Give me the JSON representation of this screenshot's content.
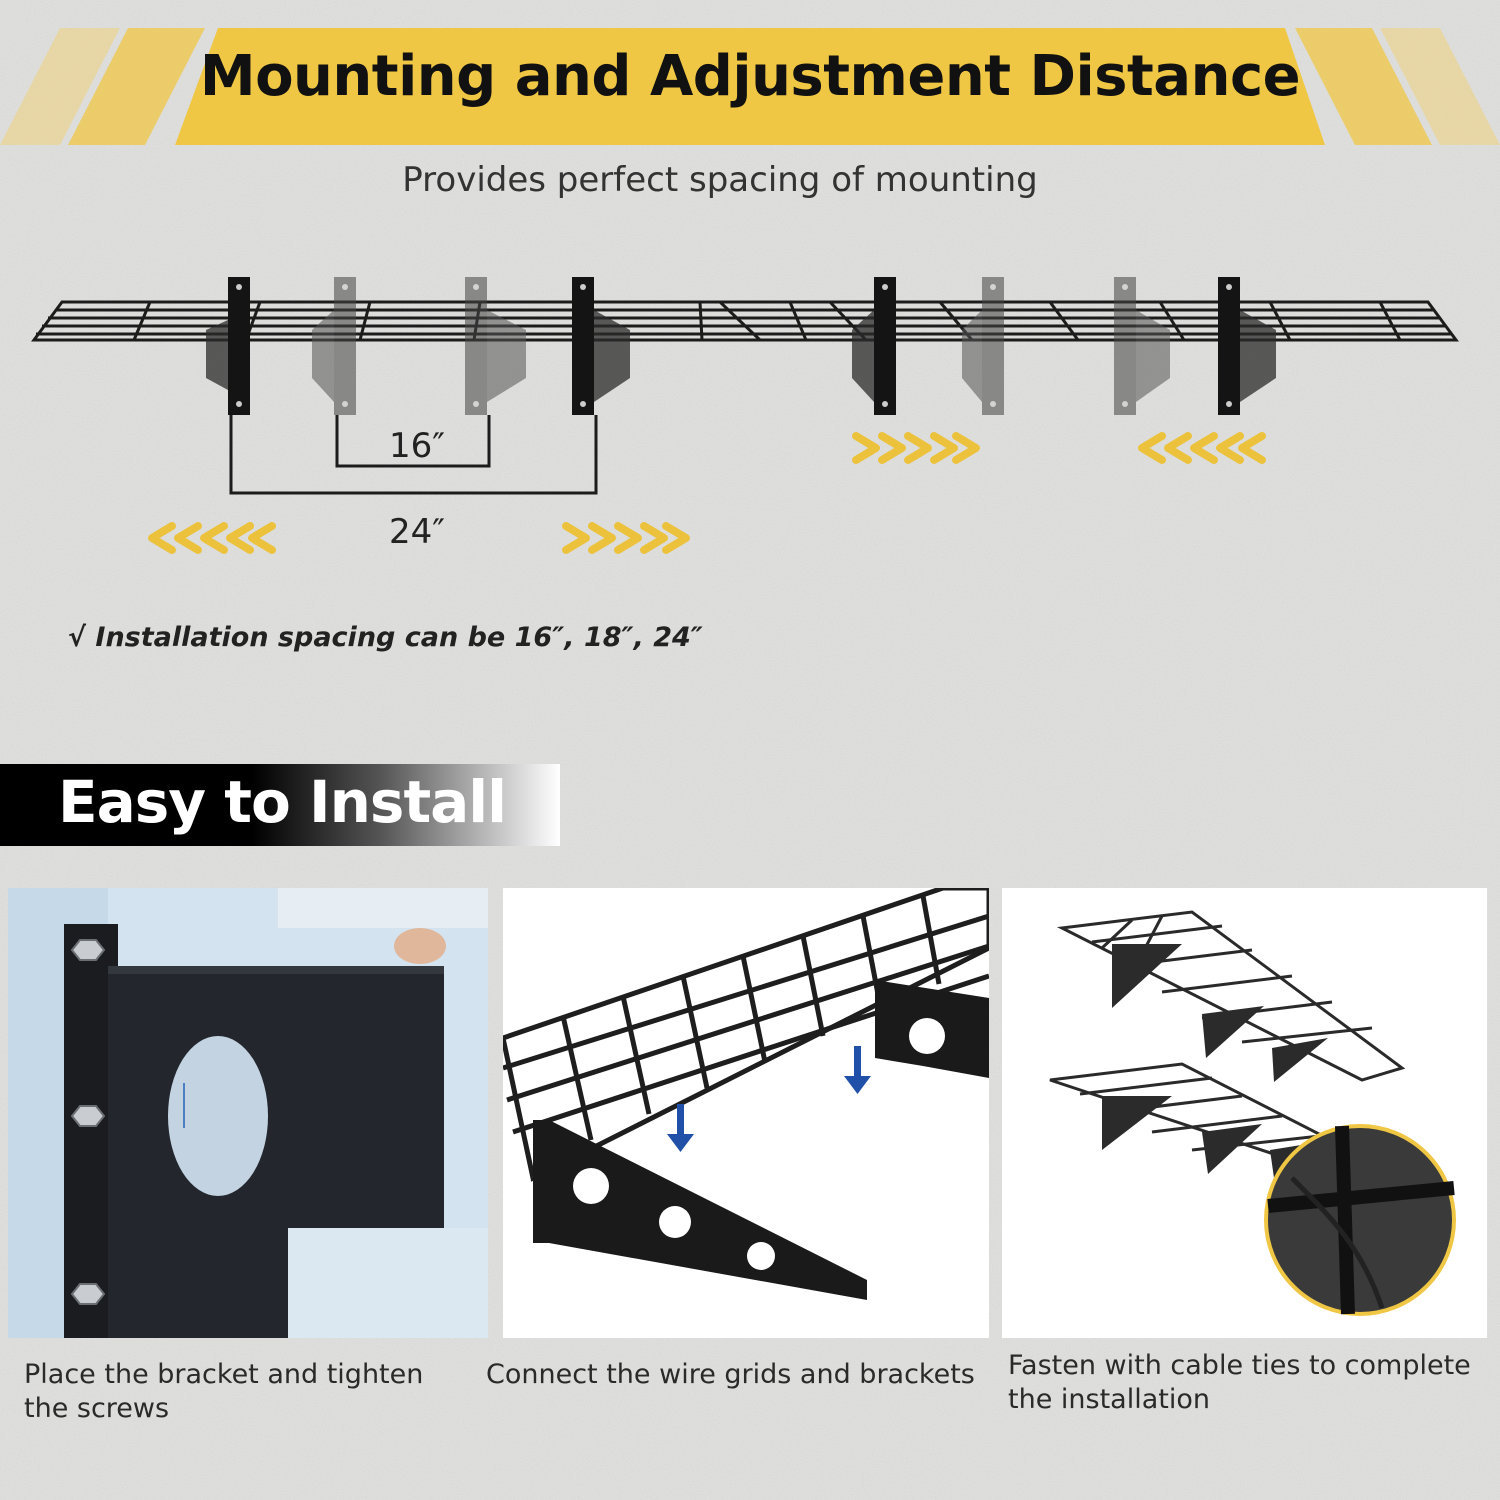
{
  "header": {
    "title": "Mounting and Adjustment Distance",
    "subtitle": "Provides perfect spacing of mounting"
  },
  "diagram": {
    "dim_inner": "16″",
    "dim_outer": "24″"
  },
  "note": "√ Installation spacing can be 16″, 18″, 24″",
  "install": {
    "title": "Easy to Install",
    "steps": [
      {
        "caption": "Place the bracket and tighten the screws"
      },
      {
        "caption": "Connect the wire grids and brackets"
      },
      {
        "caption": "Fasten with cable ties to complete the installation"
      }
    ]
  },
  "colors": {
    "accent_yellow": "#f0c744",
    "chevron_yellow": "#ecc23c",
    "bracket_black": "#141414",
    "bracket_grey": "#777777"
  }
}
